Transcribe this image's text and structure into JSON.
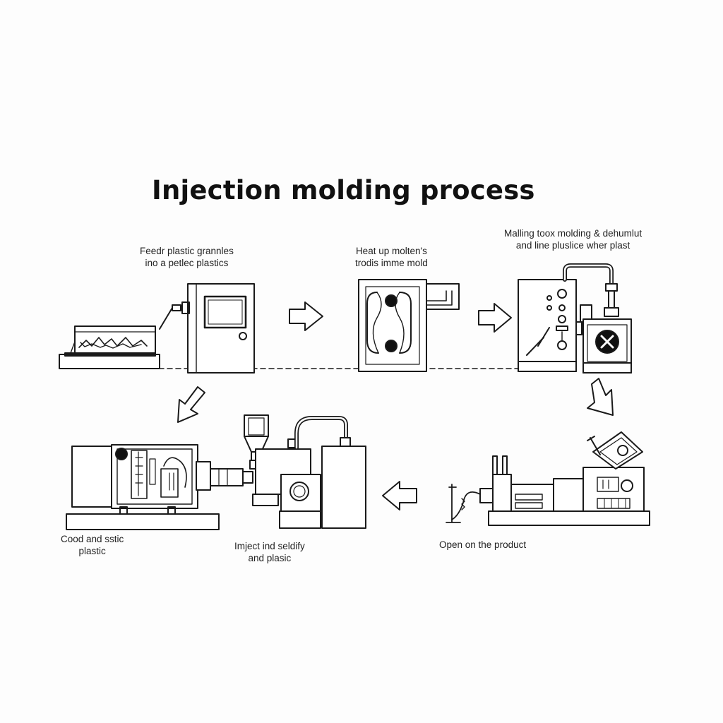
{
  "title": "Injection molding process",
  "steps": [
    {
      "id": "feed",
      "lines": [
        "Feedr plastic grannles",
        "ino a petlec plastics"
      ]
    },
    {
      "id": "heat",
      "lines": [
        "Heat up molten's",
        "trodis imme mold"
      ]
    },
    {
      "id": "mold",
      "lines": [
        "Malling toox molding & dehumlut",
        "and line pluslice wher plast"
      ]
    },
    {
      "id": "cool",
      "lines": [
        "Cood and sstic",
        "plastic"
      ]
    },
    {
      "id": "inject",
      "lines": [
        "Imject ind seldify",
        "and plasic"
      ]
    },
    {
      "id": "open",
      "lines": [
        "Open on the product"
      ]
    }
  ],
  "colors": {
    "line": "#1a1a1a",
    "background": "#fdfdfd"
  }
}
